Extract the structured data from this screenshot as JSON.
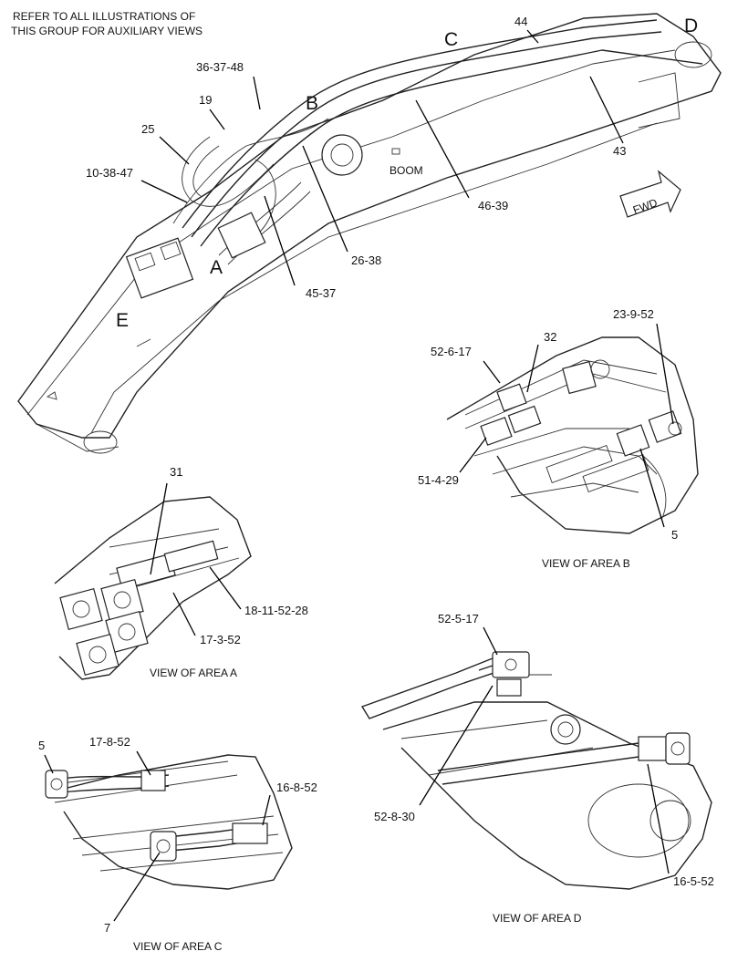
{
  "header": {
    "line1": "REFER TO ALL ILLUSTRATIONS OF",
    "line2": "THIS GROUP FOR AUXILIARY VIEWS"
  },
  "main_view": {
    "boom_label": "BOOM",
    "fwd_label": "FWD",
    "area_letters": [
      "A",
      "B",
      "C",
      "D",
      "E"
    ],
    "callouts": [
      "44",
      "36-37-48",
      "19",
      "25",
      "10-38-47",
      "43",
      "46-39",
      "26-38",
      "45-37"
    ]
  },
  "view_b": {
    "caption": "VIEW OF AREA B",
    "callouts": [
      "52-6-17",
      "32",
      "23-9-52",
      "51-4-29",
      "5"
    ]
  },
  "view_a": {
    "caption": "VIEW OF AREA A",
    "callouts": [
      "31",
      "18-11-52-28",
      "17-3-52"
    ]
  },
  "view_c": {
    "caption": "VIEW OF AREA C",
    "callouts": [
      "5",
      "17-8-52",
      "16-8-52",
      "7"
    ]
  },
  "view_d": {
    "caption": "VIEW OF AREA D",
    "callouts": [
      "52-5-17",
      "52-8-30",
      "16-5-52"
    ]
  }
}
